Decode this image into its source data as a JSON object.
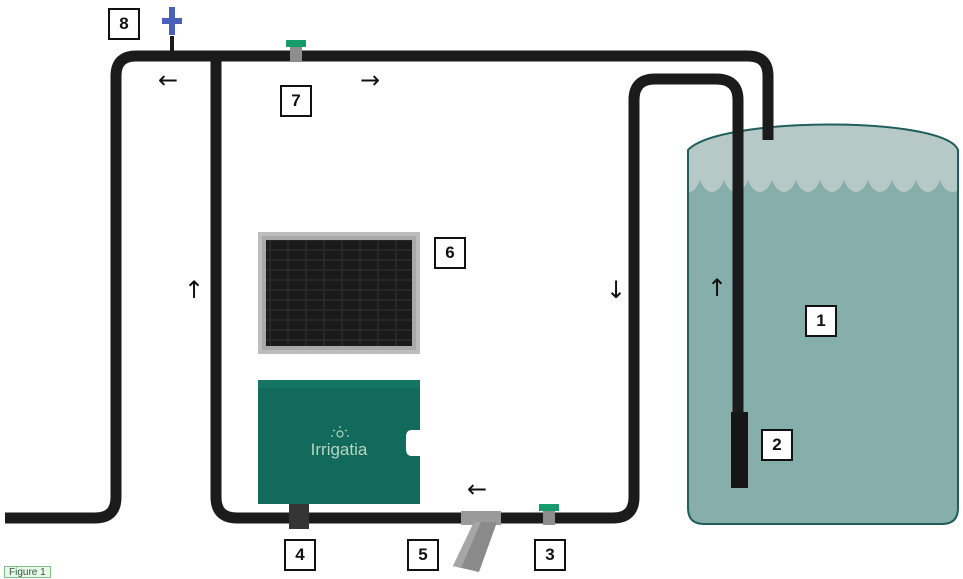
{
  "labels": {
    "tank": "1",
    "pump": "2",
    "valve_bottom": "3",
    "controller_outlet": "4",
    "filter": "5",
    "solar_panel": "6",
    "valve_top": "7",
    "dripper": "8"
  },
  "controller": {
    "brand": "Irrigatia"
  },
  "figure_caption": "Figure 1",
  "colors": {
    "pipe": "#1b1b1b",
    "tank_water": "#86aeab",
    "tank_top": "#b6c9c6",
    "tank_border": "#1f5e5b",
    "controller_body": "#116a5c",
    "valve_cap": "#179d6b",
    "dripper": "#4a5fb8",
    "filter": "#8e8e8e"
  }
}
